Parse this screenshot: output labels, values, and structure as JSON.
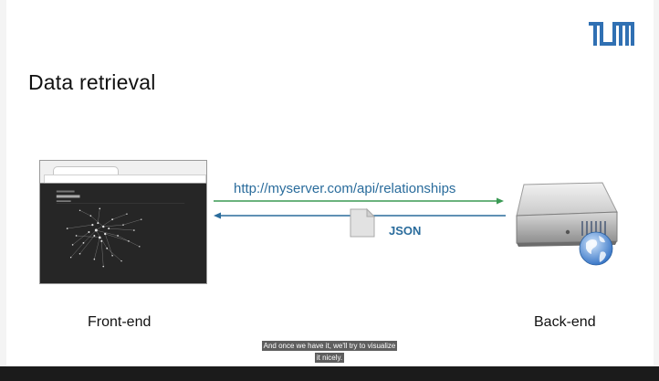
{
  "slide": {
    "title": "Data retrieval",
    "request_url": "http://myserver.com/api/relationships",
    "response_label": "JSON",
    "front_label": "Front-end",
    "back_label": "Back-end"
  },
  "logo": {
    "name": "tum-logo-icon",
    "color": "#3070b3"
  },
  "subtitles": {
    "line1": "And once we have it, we'll try to visualize",
    "line2": "it nicely."
  },
  "colors": {
    "request_arrow": "#3a9a54",
    "response_arrow": "#2a6c9c",
    "link_text": "#2a6c9c"
  }
}
